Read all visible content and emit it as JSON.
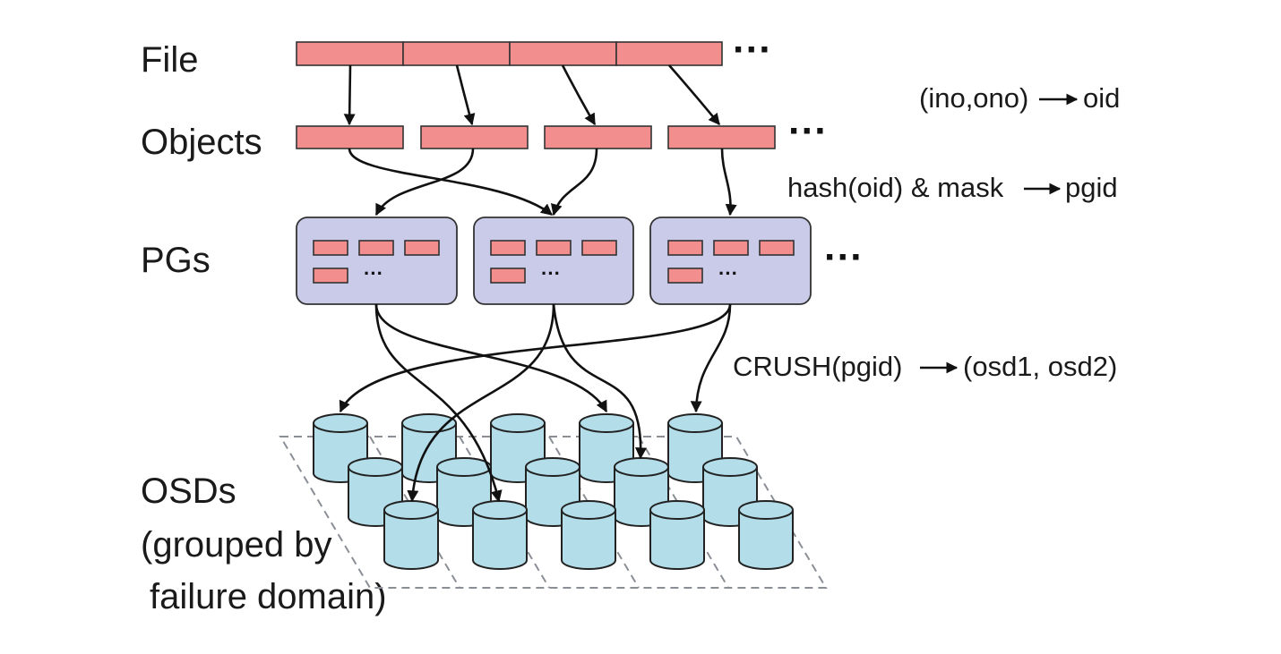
{
  "labels": {
    "file": "File",
    "objects": "Objects",
    "pgs": "PGs",
    "osds_line1": "OSDs",
    "osds_line2": "(grouped by",
    "osds_line3": "failure domain)"
  },
  "annotations": {
    "file_to_objects": {
      "left": "(ino,ono)",
      "right": "oid"
    },
    "objects_to_pgs": {
      "left": "hash(oid) & mask",
      "right": "pgid"
    },
    "pgs_to_osds": {
      "left": "CRUSH(pgid)",
      "right": "(osd1, osd2)"
    }
  },
  "ellipsis": "···",
  "pg_ellipsis": "···",
  "counts": {
    "file_segments": 4,
    "objects": 4,
    "pgs": 3,
    "objects_per_pg_shown": 4,
    "osds": 15
  },
  "colors": {
    "block": "#f28e8e",
    "pg_box": "#c9cbe9",
    "osd": "#b3dde9",
    "grid": "#8a8f96"
  }
}
